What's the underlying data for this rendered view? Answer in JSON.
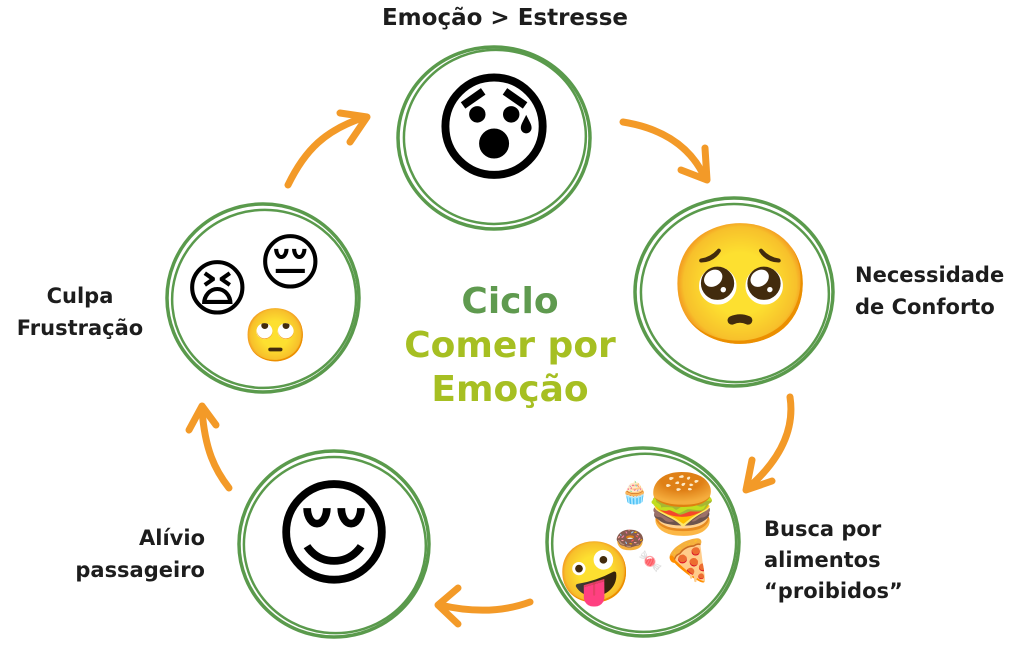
{
  "diagram": {
    "title": {
      "line1": "Ciclo",
      "line2": "Comer por",
      "line3": "Emoção",
      "line1_color": "#5f9a4f",
      "line2_color": "#a6bf22"
    },
    "colors": {
      "ring": "#5a9a4c",
      "arrow": "#f39a28",
      "label_text": "#1d1d1d"
    },
    "steps": [
      {
        "label_lines": [
          "Emoção > Estresse"
        ],
        "icons": [
          "anxious-face-with-sweat-emoji"
        ],
        "glyphs": [
          "😰"
        ]
      },
      {
        "label_lines": [
          "Necessidade",
          "de Conforto"
        ],
        "icons": [
          "pleading-face-emoji"
        ],
        "glyphs": [
          "🥺"
        ]
      },
      {
        "label_lines": [
          "Busca por",
          "alimentos",
          "“proibidos”"
        ],
        "icons": [
          "zany-face-emoji",
          "hamburger-emoji",
          "pizza-emoji",
          "donut-emoji",
          "cupcake-emoji",
          "candy-emoji"
        ],
        "glyphs": [
          "🤪",
          "🍔",
          "🍕",
          "🍩",
          "🧁",
          "🍬"
        ]
      },
      {
        "label_lines": [
          "Alívio",
          "passageiro"
        ],
        "icons": [
          "relieved-face-emoji"
        ],
        "glyphs": [
          "😌"
        ]
      },
      {
        "label_lines": [
          "Culpa",
          "Frustração"
        ],
        "icons": [
          "tired-face-emoji",
          "pensive-face-emoji",
          "rolling-eyes-sad-face-emoji"
        ],
        "glyphs": [
          "😫",
          "😔",
          "🙄"
        ]
      }
    ]
  }
}
